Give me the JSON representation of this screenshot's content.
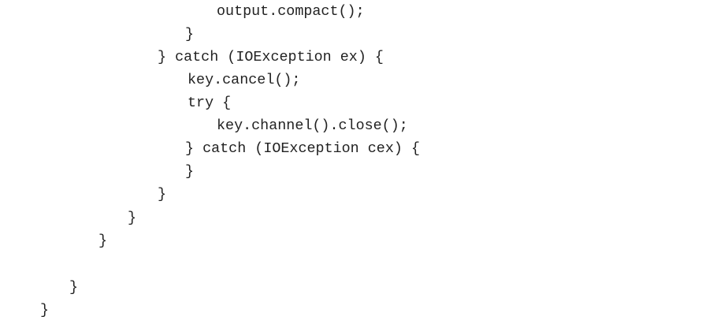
{
  "code_lines": [
    "output.compact();",
    "}",
    "} catch (IOException ex) {",
    "key.cancel();",
    "try {",
    "key.channel().close();",
    "} catch (IOException cex) {",
    "}",
    "}",
    "}",
    "}",
    "}",
    "}"
  ]
}
